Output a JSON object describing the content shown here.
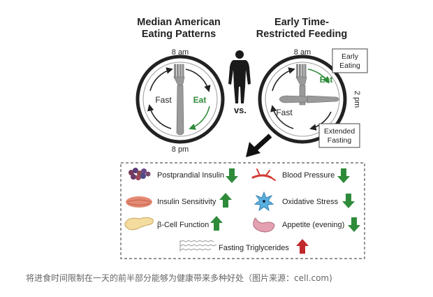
{
  "titles": {
    "left": [
      "Median American",
      "Eating Patterns"
    ],
    "right": [
      "Early Time-",
      "Restricted Feeding"
    ]
  },
  "left_clock": {
    "top": "8 am",
    "bottom": "8 pm",
    "fast": "Fast",
    "eat": "Eat"
  },
  "right_clock": {
    "top": "8 am",
    "side": "2 pm",
    "fast": "Fast",
    "eat": "Eat"
  },
  "vs": "vs.",
  "callouts": {
    "early": [
      "Early",
      "Eating"
    ],
    "extended": [
      "Extended",
      "Fasting"
    ]
  },
  "effects": [
    {
      "label": "Postprandial Insulin",
      "direction": "down",
      "icon": "insulin-crystals-icon"
    },
    {
      "label": "Blood Pressure",
      "direction": "down",
      "icon": "blood-vessel-icon"
    },
    {
      "label": "Insulin Sensitivity",
      "direction": "up",
      "icon": "muscle-icon"
    },
    {
      "label": "Oxidative Stress",
      "direction": "down",
      "icon": "oxidative-stress-icon"
    },
    {
      "label": "β-Cell Function",
      "direction": "up",
      "icon": "pancreas-icon"
    },
    {
      "label": "Appetite (evening)",
      "direction": "down",
      "icon": "stomach-icon"
    },
    {
      "label": "Fasting Triglycerides",
      "direction": "up-red",
      "icon": "triglyceride-chain-icon"
    }
  ],
  "caption": "将进食时间限制在一天的前半部分能够为健康带来多种好处（图片来源：cell.com)",
  "colors": {
    "green": "#2e8b3a",
    "red": "#c0282b",
    "ink": "#222222"
  }
}
